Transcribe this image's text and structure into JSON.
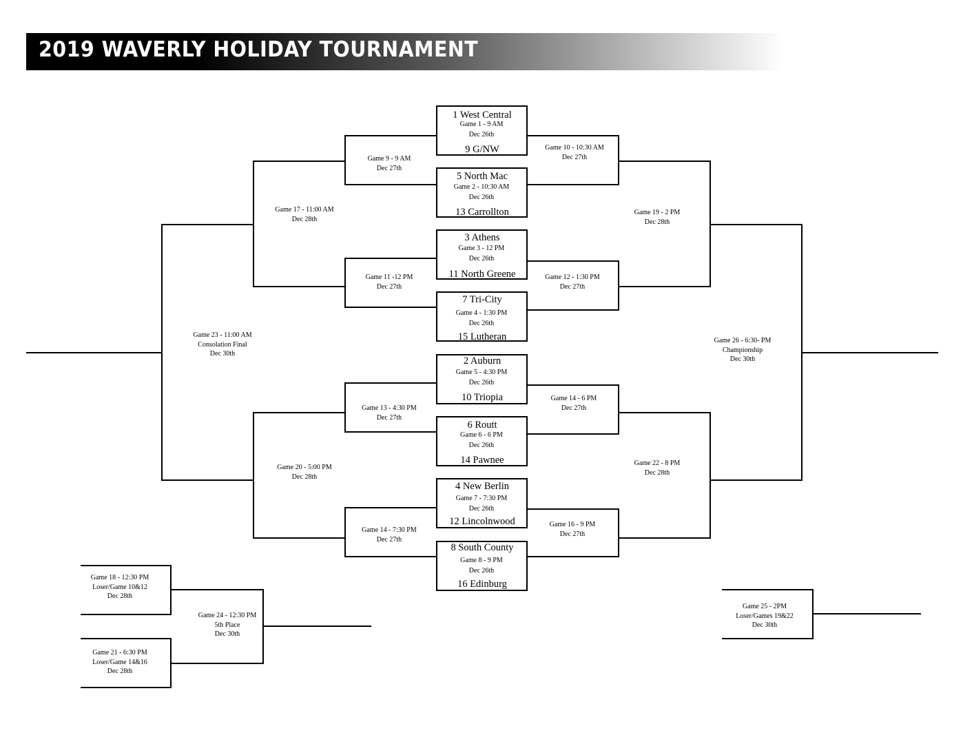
{
  "title": "2019 WAVERLY HOLIDAY TOURNAMENT",
  "first_round": [
    {
      "top": "1 West Central",
      "game": "Game 1 - 9 AM",
      "date": "Dec 26th",
      "bottom": "9 G/NW"
    },
    {
      "top": "5 North Mac",
      "game": "Game 2 - 10:30 AM",
      "date": "Dec 26th",
      "bottom": "13 Carrollton"
    },
    {
      "top": "3 Athens",
      "game": "Game 3 - 12 PM",
      "date": "Dec 26th",
      "bottom": "11 North Greene"
    },
    {
      "top": "7 Tri-City",
      "game": "Game 4 - 1:30 PM",
      "date": "Dec 26th",
      "bottom": "15 Lutheran"
    },
    {
      "top": "2 Auburn",
      "game": "Game 5 - 4:30 PM",
      "date": "Dec 26th",
      "bottom": "10 Triopia"
    },
    {
      "top": "6 Routt",
      "game": "Game 6 - 6 PM",
      "date": "Dec 26th",
      "bottom": "14 Pawnee"
    },
    {
      "top": "4 New Berlin",
      "game": "Game 7 - 7:30 PM",
      "date": "Dec 26th",
      "bottom": "12 Lincolnwood"
    },
    {
      "top": "8 South County",
      "game": "Game 8 - 9 PM",
      "date": "Dec 26th",
      "bottom": "16 Edinburg"
    }
  ],
  "games": {
    "g9": {
      "line1": "Game 9 - 9 AM",
      "line2": "Dec 27th"
    },
    "g10": {
      "line1": "Game 10 - 10:30 AM",
      "line2": "Dec 27th"
    },
    "g11": {
      "line1": "Game 11 -12 PM",
      "line2": "Dec 27th"
    },
    "g12": {
      "line1": "Game 12 - 1:30 PM",
      "line2": "Dec 27th"
    },
    "g13": {
      "line1": "Game 13 - 4:30 PM",
      "line2": "Dec 27th"
    },
    "g14a": {
      "line1": "Game 14 - 6 PM",
      "line2": "Dec 27th"
    },
    "g14b": {
      "line1": "Game 14 - 7:30 PM",
      "line2": "Dec 27th"
    },
    "g16": {
      "line1": "Game 16 - 9 PM",
      "line2": "Dec 27th"
    },
    "g17": {
      "line1": "Game 17 - 11:00 AM",
      "line2": "Dec 28th"
    },
    "g19": {
      "line1": "Game 19 -  2 PM",
      "line2": "Dec 28th"
    },
    "g20": {
      "line1": "Game 20 - 5:00 PM",
      "line2": "Dec 28th"
    },
    "g22": {
      "line1": "Game 22 - 8 PM",
      "line2": "Dec 28th"
    },
    "g23": {
      "line1": "Game 23 - 11:00 AM",
      "line2": "Consolation Final",
      "line3": "Dec 30th"
    },
    "g26": {
      "line1": "Game 26 - 6:30- PM",
      "line2": "Championship",
      "line3": "Dec 30th"
    },
    "g18": {
      "line1": "Game 18 - 12:30 PM",
      "line2": "Loser/Game 10&12",
      "line3": "Dec 28th"
    },
    "g21": {
      "line1": "Game 21 - 6:30 PM",
      "line2": "Loser/Game 14&16",
      "line3": "Dec 28th"
    },
    "g24": {
      "line1": "Game 24 - 12:30 PM",
      "line2": "5th Place",
      "line3": "Dec 30th"
    },
    "g25": {
      "line1": "Game 25 - 2PM",
      "line2": "Loser/Games 19&22",
      "line3": "Dec 30th"
    }
  }
}
